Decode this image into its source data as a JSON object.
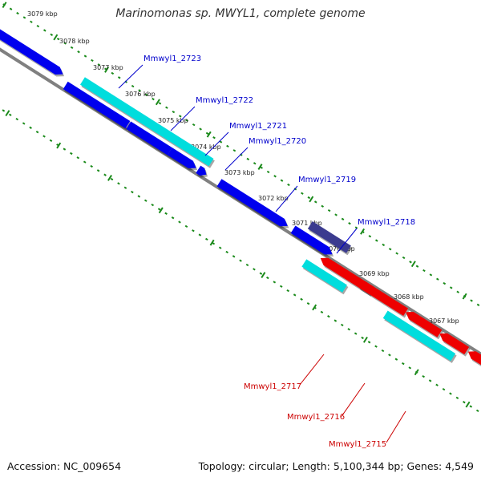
{
  "title": "Marinomonas sp. MWYL1, complete genome",
  "footer": {
    "accession": "Accession: NC_009654",
    "stats": "Topology: circular; Length: 5,100,344 bp; Genes: 4,549"
  },
  "colors": {
    "forward_cds": "#0000ee",
    "reverse_cds": "#ee0000",
    "rna": "#00dddd",
    "other_feature": "#3b3b8f",
    "backbone": "#808080",
    "tick": "#1a8a1a",
    "forward_label": "#0000cc",
    "reverse_label": "#cc0000"
  },
  "scale_labels": [
    "3079 kbp",
    "3078 kbp",
    "3077 kbp",
    "3076 kbp",
    "3075 kbp",
    "3074 kbp",
    "3073 kbp",
    "3072 kbp",
    "3071 kbp",
    "3070 kbp",
    "3069 kbp",
    "3068 kbp",
    "3067 kbp"
  ],
  "gene_labels": {
    "forward": [
      "Mmwyl1_2723",
      "Mmwyl1_2722",
      "Mmwyl1_2721",
      "Mmwyl1_2720",
      "Mmwyl1_2719",
      "Mmwyl1_2718"
    ],
    "reverse": [
      "Mmwyl1_2717",
      "Mmwyl1_2716",
      "Mmwyl1_2715"
    ]
  }
}
